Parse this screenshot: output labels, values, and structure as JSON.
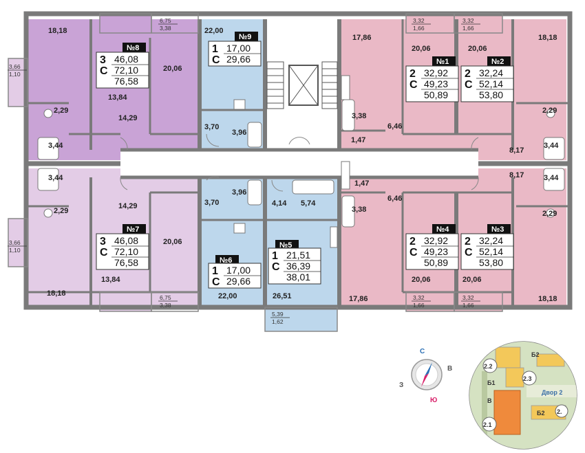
{
  "apartments": [
    {
      "id": "apt-8",
      "badge": "№8",
      "rooms": "3",
      "type": "С",
      "areas": [
        "46,08",
        "72,10",
        "76,58"
      ]
    },
    {
      "id": "apt-9",
      "badge": "№9",
      "rooms": "1",
      "type": "С",
      "areas": [
        "17,00",
        "29,66"
      ]
    },
    {
      "id": "apt-1",
      "badge": "№1",
      "rooms": "2",
      "type": "С",
      "areas": [
        "32,92",
        "49,23",
        "50,89"
      ]
    },
    {
      "id": "apt-2",
      "badge": "№2",
      "rooms": "2",
      "type": "С",
      "areas": [
        "32,24",
        "52,14",
        "53,80"
      ]
    },
    {
      "id": "apt-7",
      "badge": "№7",
      "rooms": "3",
      "type": "С",
      "areas": [
        "46,08",
        "72,10",
        "76,58"
      ]
    },
    {
      "id": "apt-6",
      "badge": "№6",
      "rooms": "1",
      "type": "С",
      "areas": [
        "17,00",
        "29,66"
      ]
    },
    {
      "id": "apt-5",
      "badge": "№5",
      "rooms": "1",
      "type": "С",
      "areas": [
        "21,51",
        "36,39",
        "38,01"
      ]
    },
    {
      "id": "apt-4",
      "badge": "№4",
      "rooms": "2",
      "type": "С",
      "areas": [
        "32,92",
        "49,23",
        "50,89"
      ]
    },
    {
      "id": "apt-3",
      "badge": "№3",
      "rooms": "2",
      "type": "С",
      "areas": [
        "32,24",
        "52,14",
        "53,80"
      ]
    }
  ],
  "room_labels": [
    "18,18",
    "22,00",
    "17,86",
    "20,06",
    "20,06",
    "18,18",
    "20,06",
    "13,84",
    "14,29",
    "2,29",
    "3,44",
    "3,70",
    "3,96",
    "3,38",
    "6,46",
    "1,47",
    "2,29",
    "8,17",
    "3,44",
    "3,44",
    "2,29",
    "14,29",
    "20,06",
    "13,84",
    "18,18",
    "3,96",
    "3,70",
    "22,00",
    "4,14",
    "5,74",
    "26,51",
    "1,47",
    "6,46",
    "3,38",
    "17,86",
    "20,06",
    "20,06",
    "8,17",
    "3,44",
    "2,29",
    "18,18"
  ],
  "balconies": [
    {
      "top": "6,75",
      "bottom": "3,38"
    },
    {
      "top": "3,32",
      "bottom": "1,66"
    },
    {
      "top": "3,32",
      "bottom": "1,66"
    },
    {
      "top": "3,66",
      "bottom": "1,10"
    },
    {
      "top": "3,66",
      "bottom": "1,10"
    },
    {
      "top": "6,75",
      "bottom": "3,38"
    },
    {
      "top": "5,39",
      "bottom": "1,62"
    },
    {
      "top": "3,32",
      "bottom": "1,66"
    },
    {
      "top": "3,32",
      "bottom": "1,66"
    }
  ],
  "compass": {
    "north": "С",
    "south": "Ю",
    "east": "В",
    "west": "З"
  },
  "site_map": {
    "labels": [
      "2.2",
      "2.3",
      "2.1",
      "2.",
      "Б2",
      "Б1",
      "Б2",
      "В",
      "Двор 2"
    ]
  },
  "colors": {
    "purple_dark": "#c9a3d6",
    "purple_light": "#e3cce6",
    "blue": "#bdd7ec",
    "pink": "#eab9c6",
    "wall": "#7a7a7a",
    "badge_bg": "#111111",
    "highlight": "#ef8a3c"
  }
}
